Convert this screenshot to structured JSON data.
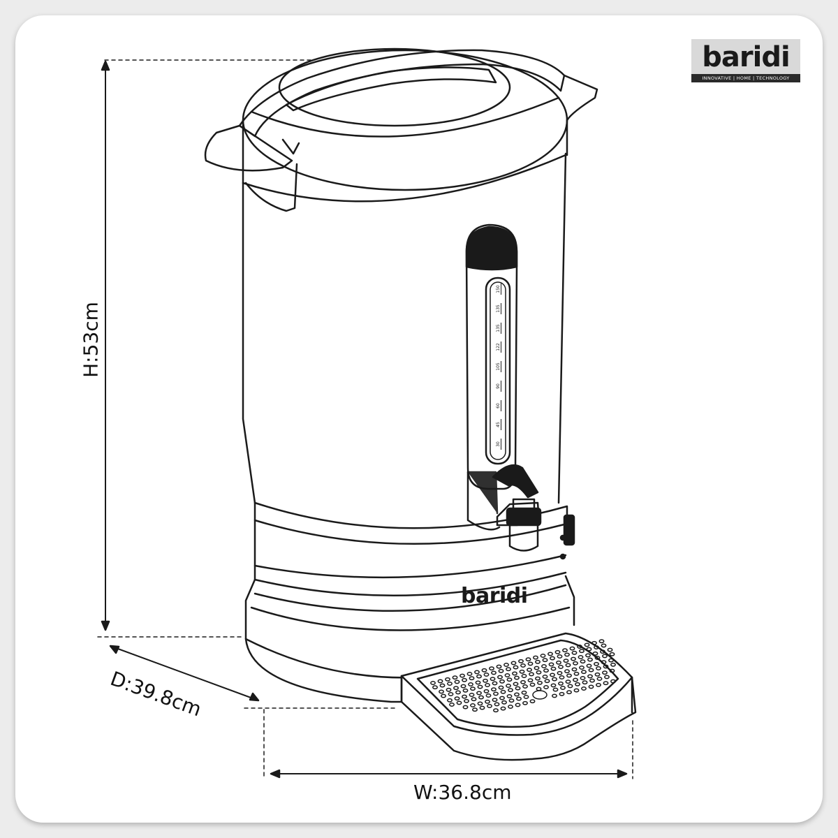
{
  "brand": {
    "logo_text": "baridi",
    "tagline": "INNOVATIVE | HOME | TECHNOLOGY",
    "body_logo_text": "baridi"
  },
  "dimensions": {
    "height_label": "H:53cm",
    "depth_label": "D:39.8cm",
    "width_label": "W:36.8cm"
  },
  "gauge": {
    "marks": [
      "150",
      "135",
      "135",
      "122",
      "105",
      "90",
      "60",
      "45",
      "30"
    ]
  },
  "colors": {
    "line": "#1a1a1a",
    "background": "#ffffff",
    "logo_box": "#d9d9d9"
  }
}
